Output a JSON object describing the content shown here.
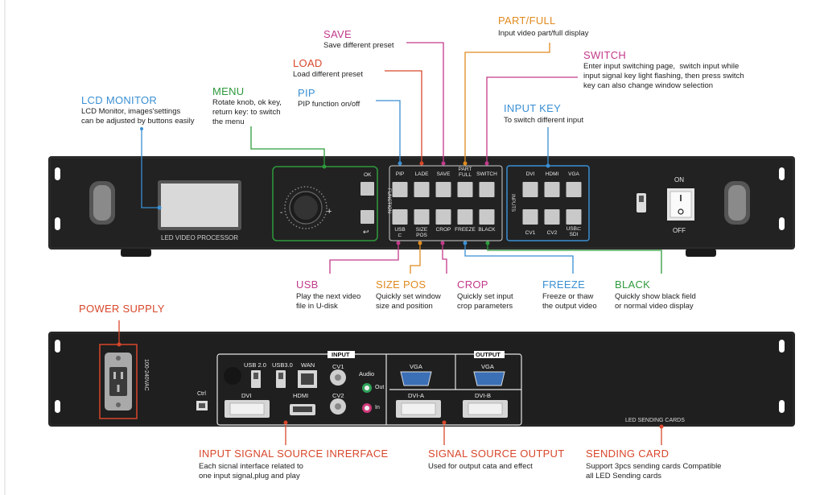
{
  "colors": {
    "blue": "#3a8fd3",
    "green": "#2e9a3c",
    "red": "#d8472b",
    "magenta": "#c23a8a",
    "orange": "#e08a1f"
  },
  "callouts": {
    "lcd_monitor": {
      "title": "LCD MONITOR",
      "desc": "LCD Monitor, images'settings\ncan be adjusted by buttons easily"
    },
    "menu": {
      "title": "MENU",
      "desc": "Rotate knob, ok key,\nreturn key: to switch\nthe menu"
    },
    "pip": {
      "title": "PIP",
      "desc": "PIP function on/off"
    },
    "load": {
      "title": "LOAD",
      "desc": "Load different preset"
    },
    "save": {
      "title": "SAVE",
      "desc": "Save different preset"
    },
    "part_full": {
      "title": "PART/FULL",
      "desc": "Input video part/full display"
    },
    "switch": {
      "title": "SWITCH",
      "desc": "Enter input switching page,  switch input while\ninput signal key light flashing, then press switch\nkey can also change window selection"
    },
    "input_key": {
      "title": "INPUT KEY",
      "desc": "To switch different input"
    },
    "usb": {
      "title": "USB",
      "desc": "Play the next video\nfile in U-disk"
    },
    "size_pos": {
      "title": "SIZE POS",
      "desc": "Quickly set window\nsize and position"
    },
    "crop": {
      "title": "CROP",
      "desc": "Quickly set input\ncrop parameters"
    },
    "freeze": {
      "title": "FREEZE",
      "desc": "Freeze or thaw\nthe output video"
    },
    "black": {
      "title": "BLACK",
      "desc": "Quickly show black field\nor normal video display"
    },
    "power_supply": {
      "title": "POWER SUPPLY"
    },
    "input_signal": {
      "title": "INPUT SIGNAL SOURCE INRERFACE",
      "desc": "Each sicnal interface related to\none input signal,plug and play"
    },
    "signal_output": {
      "title": "SIGNAL SOURCE OUTPUT",
      "desc": "Used for output cata and effect"
    },
    "sending_card": {
      "title": "SENDING CARD",
      "desc": "Support 3pcs sending cards Compatible\nall LED Sending cards"
    }
  },
  "front_panel": {
    "brand": "LED VIDEO PROCESSOR",
    "ok": "OK",
    "back": "↩",
    "function_tag": "FUNCTION",
    "inputs_tag": "INPUTS",
    "func_top": [
      "PIP",
      "LADE",
      "SAVE",
      "PART\nFULL",
      "SWITCH"
    ],
    "func_bottom": [
      "USB\n⊏",
      "SIZE\nPOS",
      "CROP",
      "FREEZE",
      "BLACK"
    ],
    "inputs_top": [
      "DVI",
      "HDMI",
      "VGA"
    ],
    "inputs_bottom": [
      "CV1",
      "CV2",
      "USB⊏\nSDI"
    ],
    "on": "ON",
    "off": "OFF",
    "knob_minus": "-",
    "knob_plus": "+"
  },
  "rear_panel": {
    "voltage": "100-240VAC",
    "ctrl": "Ctrl",
    "input_box": "INPUT",
    "output_box": "OUTPUT",
    "usb2": "USB 2.0",
    "usb3": "USB3.0",
    "wan": "WAN",
    "dvi": "DVI",
    "hdmi": "HDMI",
    "cv1": "CV1",
    "cv2": "CV2",
    "audio": "Audio",
    "audio_out": "Out",
    "audio_in": "In",
    "vga_in": "VGA",
    "vga_out": "VGA",
    "dvi_a": "DVI-A",
    "dvi_b": "DVI-B",
    "sending_cards": "LED SENDING CARDS"
  }
}
